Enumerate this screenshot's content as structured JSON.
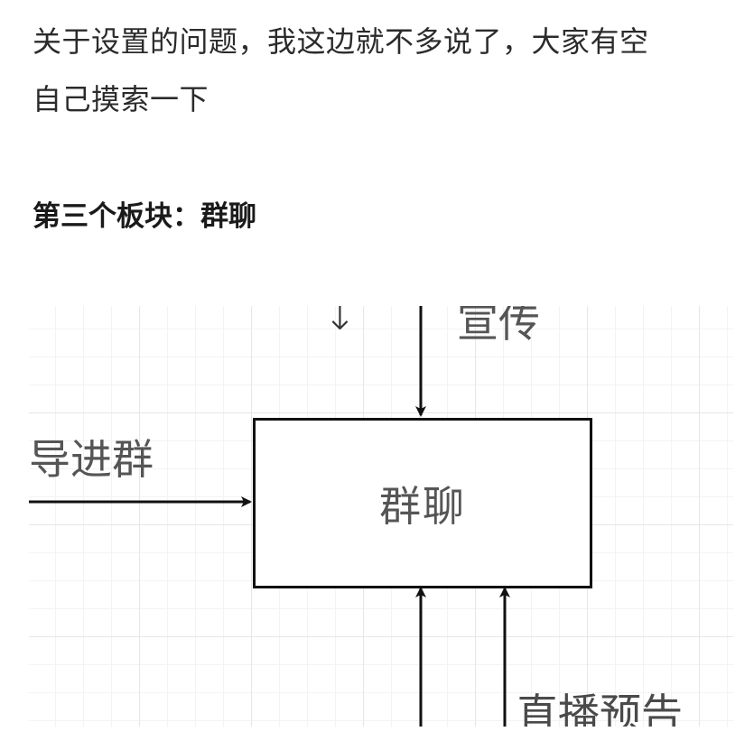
{
  "article": {
    "paragraph_line1": "关于设置的问题，我这边就不多说了，大家有空",
    "paragraph_line2": "自己摸索一下",
    "section_heading": "第三个板块：群聊"
  },
  "diagram": {
    "top_label": "宣传",
    "top_arrow_glyph": "↓",
    "left_label": "导进群",
    "box_label": "群聊",
    "bottom_label": "直播预告"
  }
}
